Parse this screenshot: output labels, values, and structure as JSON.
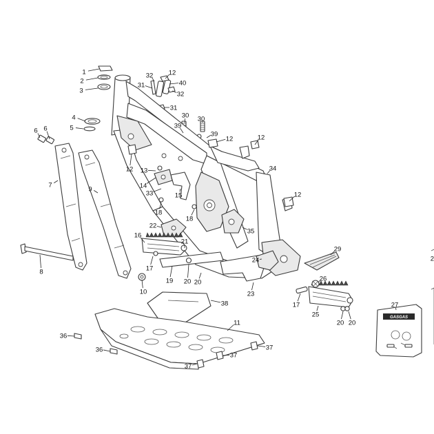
{
  "callouts": [
    {
      "label": "1"
    },
    {
      "label": "2"
    },
    {
      "label": "3"
    },
    {
      "label": "4"
    },
    {
      "label": "5"
    },
    {
      "label": "6"
    },
    {
      "label": "6"
    },
    {
      "label": "7"
    },
    {
      "label": "8"
    },
    {
      "label": "9"
    },
    {
      "label": "10"
    },
    {
      "label": "11"
    },
    {
      "label": "12"
    },
    {
      "label": "12"
    },
    {
      "label": "12"
    },
    {
      "label": "12"
    },
    {
      "label": "12"
    },
    {
      "label": "13"
    },
    {
      "label": "14"
    },
    {
      "label": "15"
    },
    {
      "label": "16"
    },
    {
      "label": "17"
    },
    {
      "label": "17"
    },
    {
      "label": "18"
    },
    {
      "label": "18"
    },
    {
      "label": "19"
    },
    {
      "label": "20"
    },
    {
      "label": "20"
    },
    {
      "label": "20"
    },
    {
      "label": "20"
    },
    {
      "label": "21"
    },
    {
      "label": "22"
    },
    {
      "label": "23"
    },
    {
      "label": "24"
    },
    {
      "label": "25"
    },
    {
      "label": "26"
    },
    {
      "label": "27"
    },
    {
      "label": "29"
    },
    {
      "label": "30"
    },
    {
      "label": "30"
    },
    {
      "label": "31"
    },
    {
      "label": "31"
    },
    {
      "label": "32"
    },
    {
      "label": "32"
    },
    {
      "label": "33"
    },
    {
      "label": "34"
    },
    {
      "label": "35"
    },
    {
      "label": "36"
    },
    {
      "label": "36"
    },
    {
      "label": "37"
    },
    {
      "label": "37"
    },
    {
      "label": "37"
    },
    {
      "label": "38"
    },
    {
      "label": "39"
    },
    {
      "label": "39"
    },
    {
      "label": "40"
    },
    {
      "label": "2"
    }
  ],
  "kit_card": {
    "logo_text": "GASGAS"
  },
  "colors": {
    "line": "#3a3a3a",
    "background": "#ffffff",
    "shade": "#e9e9e9"
  }
}
